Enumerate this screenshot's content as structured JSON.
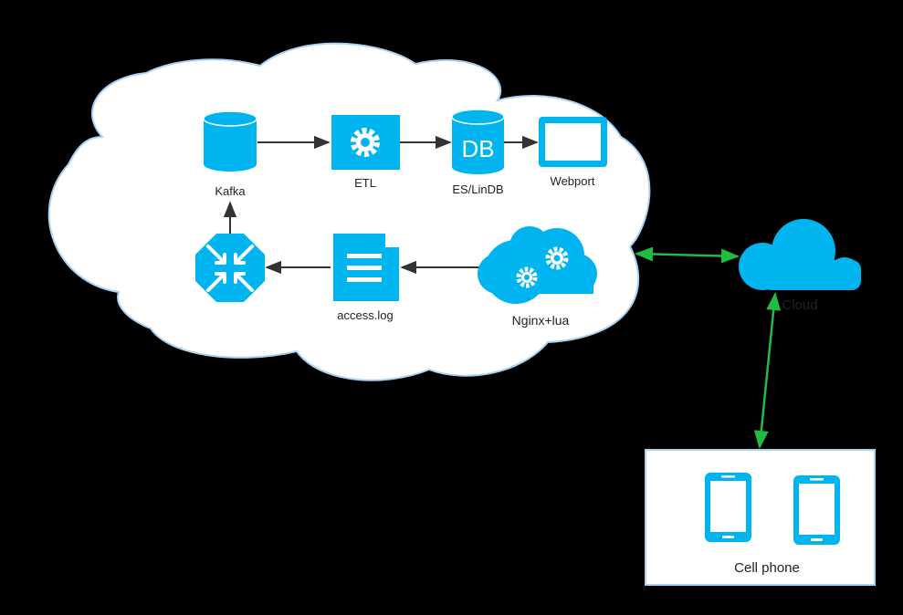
{
  "colors": {
    "background": "#000000",
    "cloud_fill": "#ffffff",
    "cloud_stroke": "#a9d3f5",
    "icon_blue": "#00b4f0",
    "arrow_dark": "#333333",
    "arrow_green": "#22bb44",
    "box_stroke": "#a9d3f5",
    "label_text": "#222222"
  },
  "nodes": {
    "kafka": {
      "label": "Kafka",
      "icon": "database-cylinder-icon"
    },
    "etl": {
      "label": "ETL",
      "icon": "gear-panel-icon"
    },
    "db": {
      "label": "ES/LinDB",
      "icon_text": "DB",
      "icon": "database-cylinder-icon"
    },
    "webport": {
      "label": "Webport",
      "icon": "monitor-icon"
    },
    "router": {
      "label": "",
      "icon": "router-icon"
    },
    "log": {
      "label": "access.log",
      "icon": "document-icon"
    },
    "nginx": {
      "label": "Nginx+lua",
      "icon": "cloud-gears-icon"
    },
    "cloud": {
      "label": "Cloud",
      "icon": "cloud-icon"
    },
    "phones": {
      "label": "Cell phone",
      "icon": "phone-icon"
    }
  }
}
